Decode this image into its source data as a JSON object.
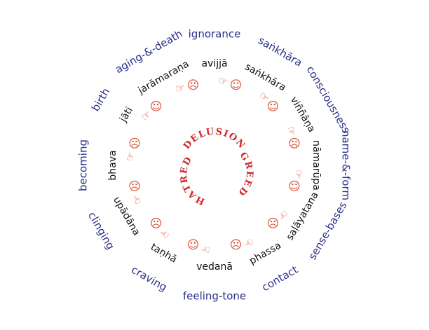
{
  "colors": {
    "outer": "#2a2f8a",
    "inner": "#111111",
    "accent": "#d9472b",
    "core": "#d0282a"
  },
  "links": [
    {
      "english": "ignorance",
      "pali": "avijjā",
      "mood": "smile"
    },
    {
      "english": "saṅkhāra",
      "pali": "saṅkhāra",
      "mood": "smile"
    },
    {
      "english": "consciousness",
      "pali": "viññāṇa",
      "mood": "frown"
    },
    {
      "english": "name-&-form",
      "pali": "nāmarūpa",
      "mood": "smile"
    },
    {
      "english": "sense-bases",
      "pali": "saḷāyatana",
      "mood": "frown"
    },
    {
      "english": "contact",
      "pali": "phassa",
      "mood": "frown"
    },
    {
      "english": "feeling-tone",
      "pali": "vedanā",
      "mood": "smile"
    },
    {
      "english": "craving",
      "pali": "taṇhā",
      "mood": "neutral"
    },
    {
      "english": "clinging",
      "pali": "upādāna",
      "mood": "frown"
    },
    {
      "english": "becoming",
      "pali": "bhava",
      "mood": "neutral"
    },
    {
      "english": "birth",
      "pali": "jāti",
      "mood": "smile"
    },
    {
      "english": "aging-&-death",
      "pali": "jarāmaraṇa",
      "mood": "neutral"
    }
  ],
  "core": {
    "delusion": "DELUSION",
    "greed": "GREED",
    "hatred": "HATRED"
  },
  "icons": {
    "smile": "☺",
    "frown": "☹",
    "neutral": "☹",
    "hand": "☞"
  }
}
